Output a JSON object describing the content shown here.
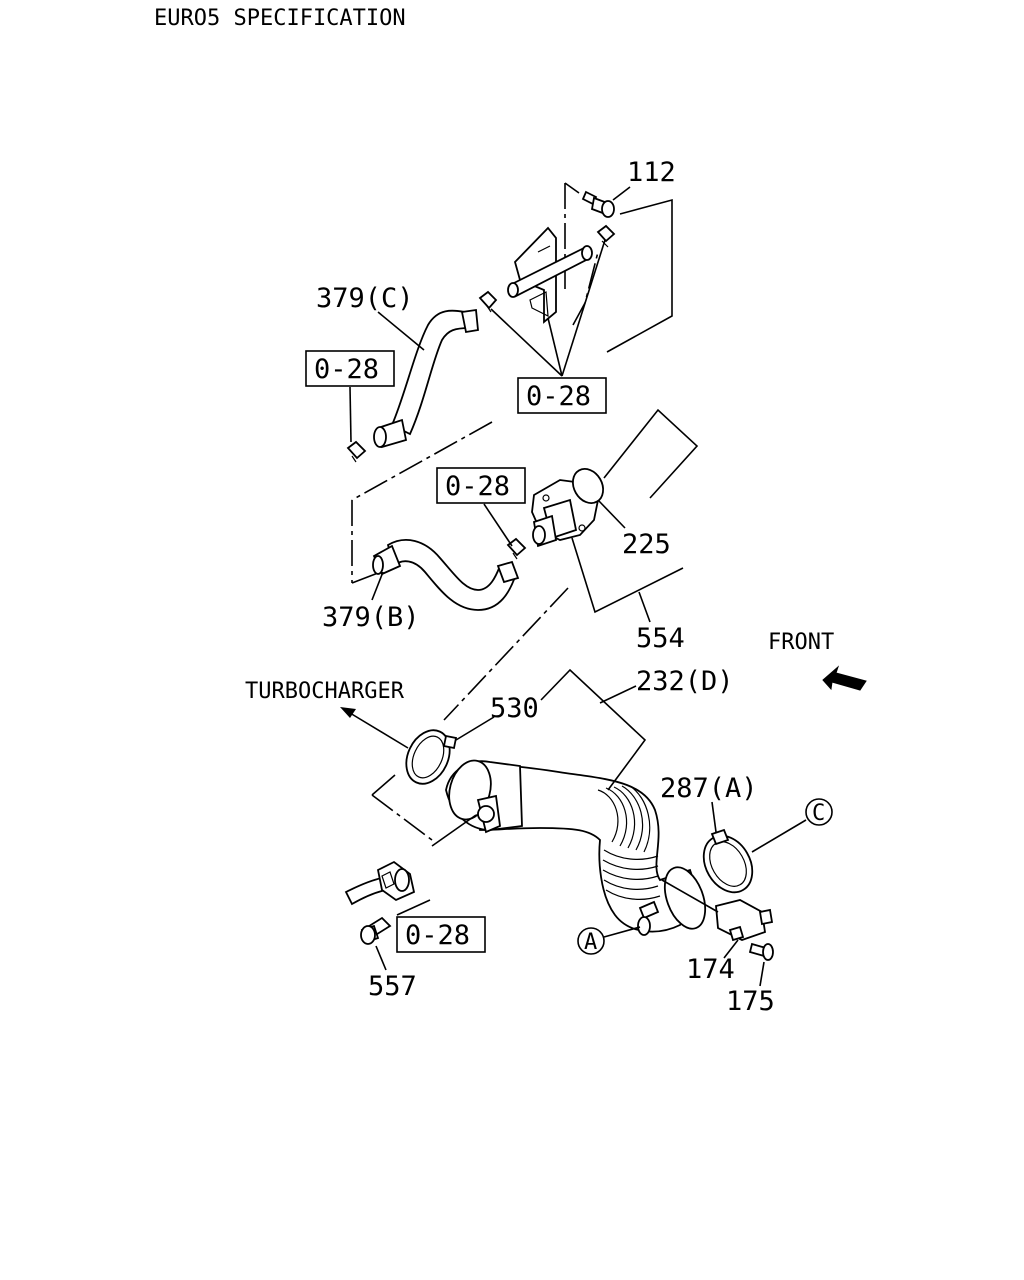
{
  "header": {
    "spec_title": "EURO5 SPECIFICATION"
  },
  "labels": {
    "p112": "112",
    "p379c": "379(C)",
    "ref_a": "0-28",
    "ref_b": "0-28",
    "ref_c": "0-28",
    "ref_d": "0-28",
    "p225": "225",
    "p379b": "379(B)",
    "p554": "554",
    "front": "FRONT",
    "turbocharger": "TURBOCHARGER",
    "p530": "530",
    "p232d": "232(D)",
    "p287a": "287(A)",
    "circle_c": "C",
    "circle_a": "A",
    "p174": "174",
    "p175": "175",
    "p557": "557"
  }
}
